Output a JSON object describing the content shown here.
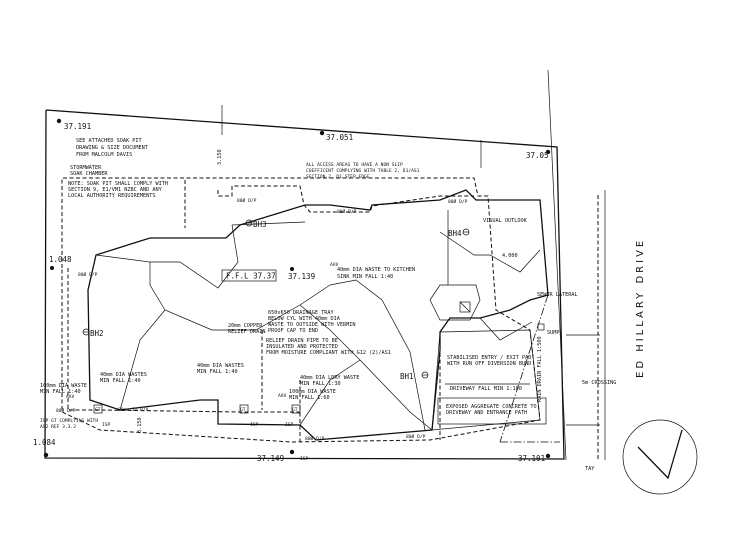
{
  "levels": {
    "top_left": "37.191",
    "top_mid": "37.051",
    "top_right": "37.05",
    "mid": "37.139",
    "bottom_mid": "37.149",
    "bottom_right": "37.101",
    "left_low": "1.084",
    "left_high": "1.048",
    "ffl": "F.F.L 37.37"
  },
  "notes": {
    "soak_pit": [
      "SEE ATTACHED SOAK PIT",
      "DRAWING & SIZE DOCUMENT",
      "FROM MALCOLM DAVIS"
    ],
    "stormwater": [
      "STORMWATER",
      "SOAK CHAMBER"
    ],
    "compliance": [
      "NOTE: SOAK PIT SHALL COMPLY WITH",
      "SECTION 9, E1/VM1 NZBC AND ANY",
      "LOCAL AUTHORITY REQUIREMENTS"
    ],
    "access": [
      "ALL ACCESS AREAS TO HAVE A NON SLIP",
      "COEFFICENT COMPLYING WITH TABLE 2, D1/AS1",
      "SECTION 2, D1 STEP EDGE"
    ],
    "kitchen": [
      "40mm DIA WASTE TO KITCHEN",
      "SINK MIN FALL 1:40"
    ],
    "tray": [
      "650x650 DRAINAGE TRAY",
      "BELOW CYL WITH 40mm DIA",
      "WASTE TO OUTSIDE WITH VERMIN",
      "PROOF CAP TO END"
    ],
    "relief": [
      "RELIEF DRAIN PIPE TO BE",
      "INSULATED AND PROTECTED",
      "FROM MOISTURE COMPLIANT WITH G12 (2)/AS1"
    ],
    "copper": [
      "20mm COPPER",
      "RELIEF DRAIN"
    ],
    "waste_40_left": [
      "40mm DIA WASTES",
      "MIN FALL 1:40"
    ],
    "waste_40_mid": [
      "40mm DIA WASTES",
      "MIN FALL 1:40"
    ],
    "ldry": [
      "40mm DIA LDRY WASTE",
      "MIN FALL 1:30"
    ],
    "waste_100": [
      "100mm DIA WASTE",
      "MIN FALL 1:40"
    ],
    "waste_100_b": [
      "100mm DIA WASTE",
      "MIN FALL 1:60"
    ],
    "isp": [
      "ISP GT COMPLYING WITH",
      "AS2 REF 3.3.2"
    ],
    "entry": [
      "STABILISED ENTRY / EXIT PAD",
      "WITH RUN OFF DIVERSION BUND"
    ],
    "driveway_fall": "DRIVEWAY FALL MIN 1:100",
    "aggregate": [
      "EXPOSED AGGREGATE CONCRETE TO",
      "DRIVEWAY AND ENTRANCE PATH"
    ],
    "rain_drain": "RAIN DRAIN FALL 1:500",
    "visual": "VISUAL OUTLOOK",
    "sewer": "SEWER LATERAL",
    "sump": "SUMP",
    "crossing": "5m CROSSING"
  },
  "labels": {
    "bh1": "BH1",
    "bh2": "BH2",
    "bh3": "BH3",
    "bh4": "BH4",
    "dp": "80Ø D/P",
    "dp_alt": "80Ø D/P",
    "gt": "GT",
    "isp": "ISP",
    "aav": "AAV",
    "rv": "80mm IO R/V",
    "dim_top": "3.150",
    "dim_bot": "3.150",
    "dim_4000": "4.000",
    "tay": "TAY"
  },
  "road": "ED HILLARY DRIVE"
}
